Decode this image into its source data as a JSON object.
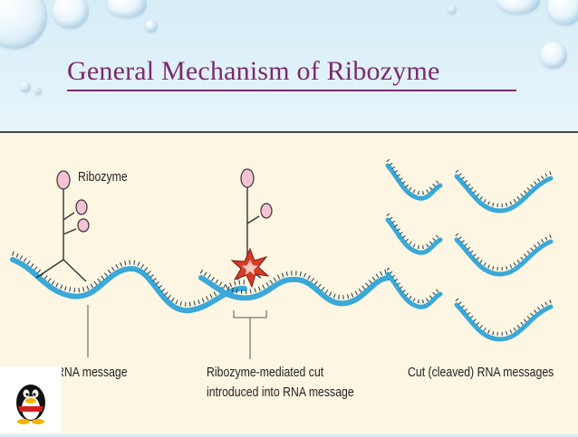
{
  "slide": {
    "title": "General  Mechanism of Ribozyme"
  },
  "figure": {
    "ribozyme_label": "Ribozyme",
    "panels": [
      {
        "caption_line1": "RNA message",
        "caption_line2": ""
      },
      {
        "caption_line1": "Ribozyme-mediated cut",
        "caption_line2": "introduced into RNA message"
      },
      {
        "caption_line1": "Cut (cleaved) RNA messages",
        "caption_line2": ""
      }
    ],
    "colors": {
      "rna_strand": "#3aa8d8",
      "ribozyme_loop": "#f6c3d6",
      "cut_star": "#d93a2b",
      "background": "#fdf6e3"
    }
  },
  "icons": {
    "corner_logo": "penguin-icon"
  }
}
